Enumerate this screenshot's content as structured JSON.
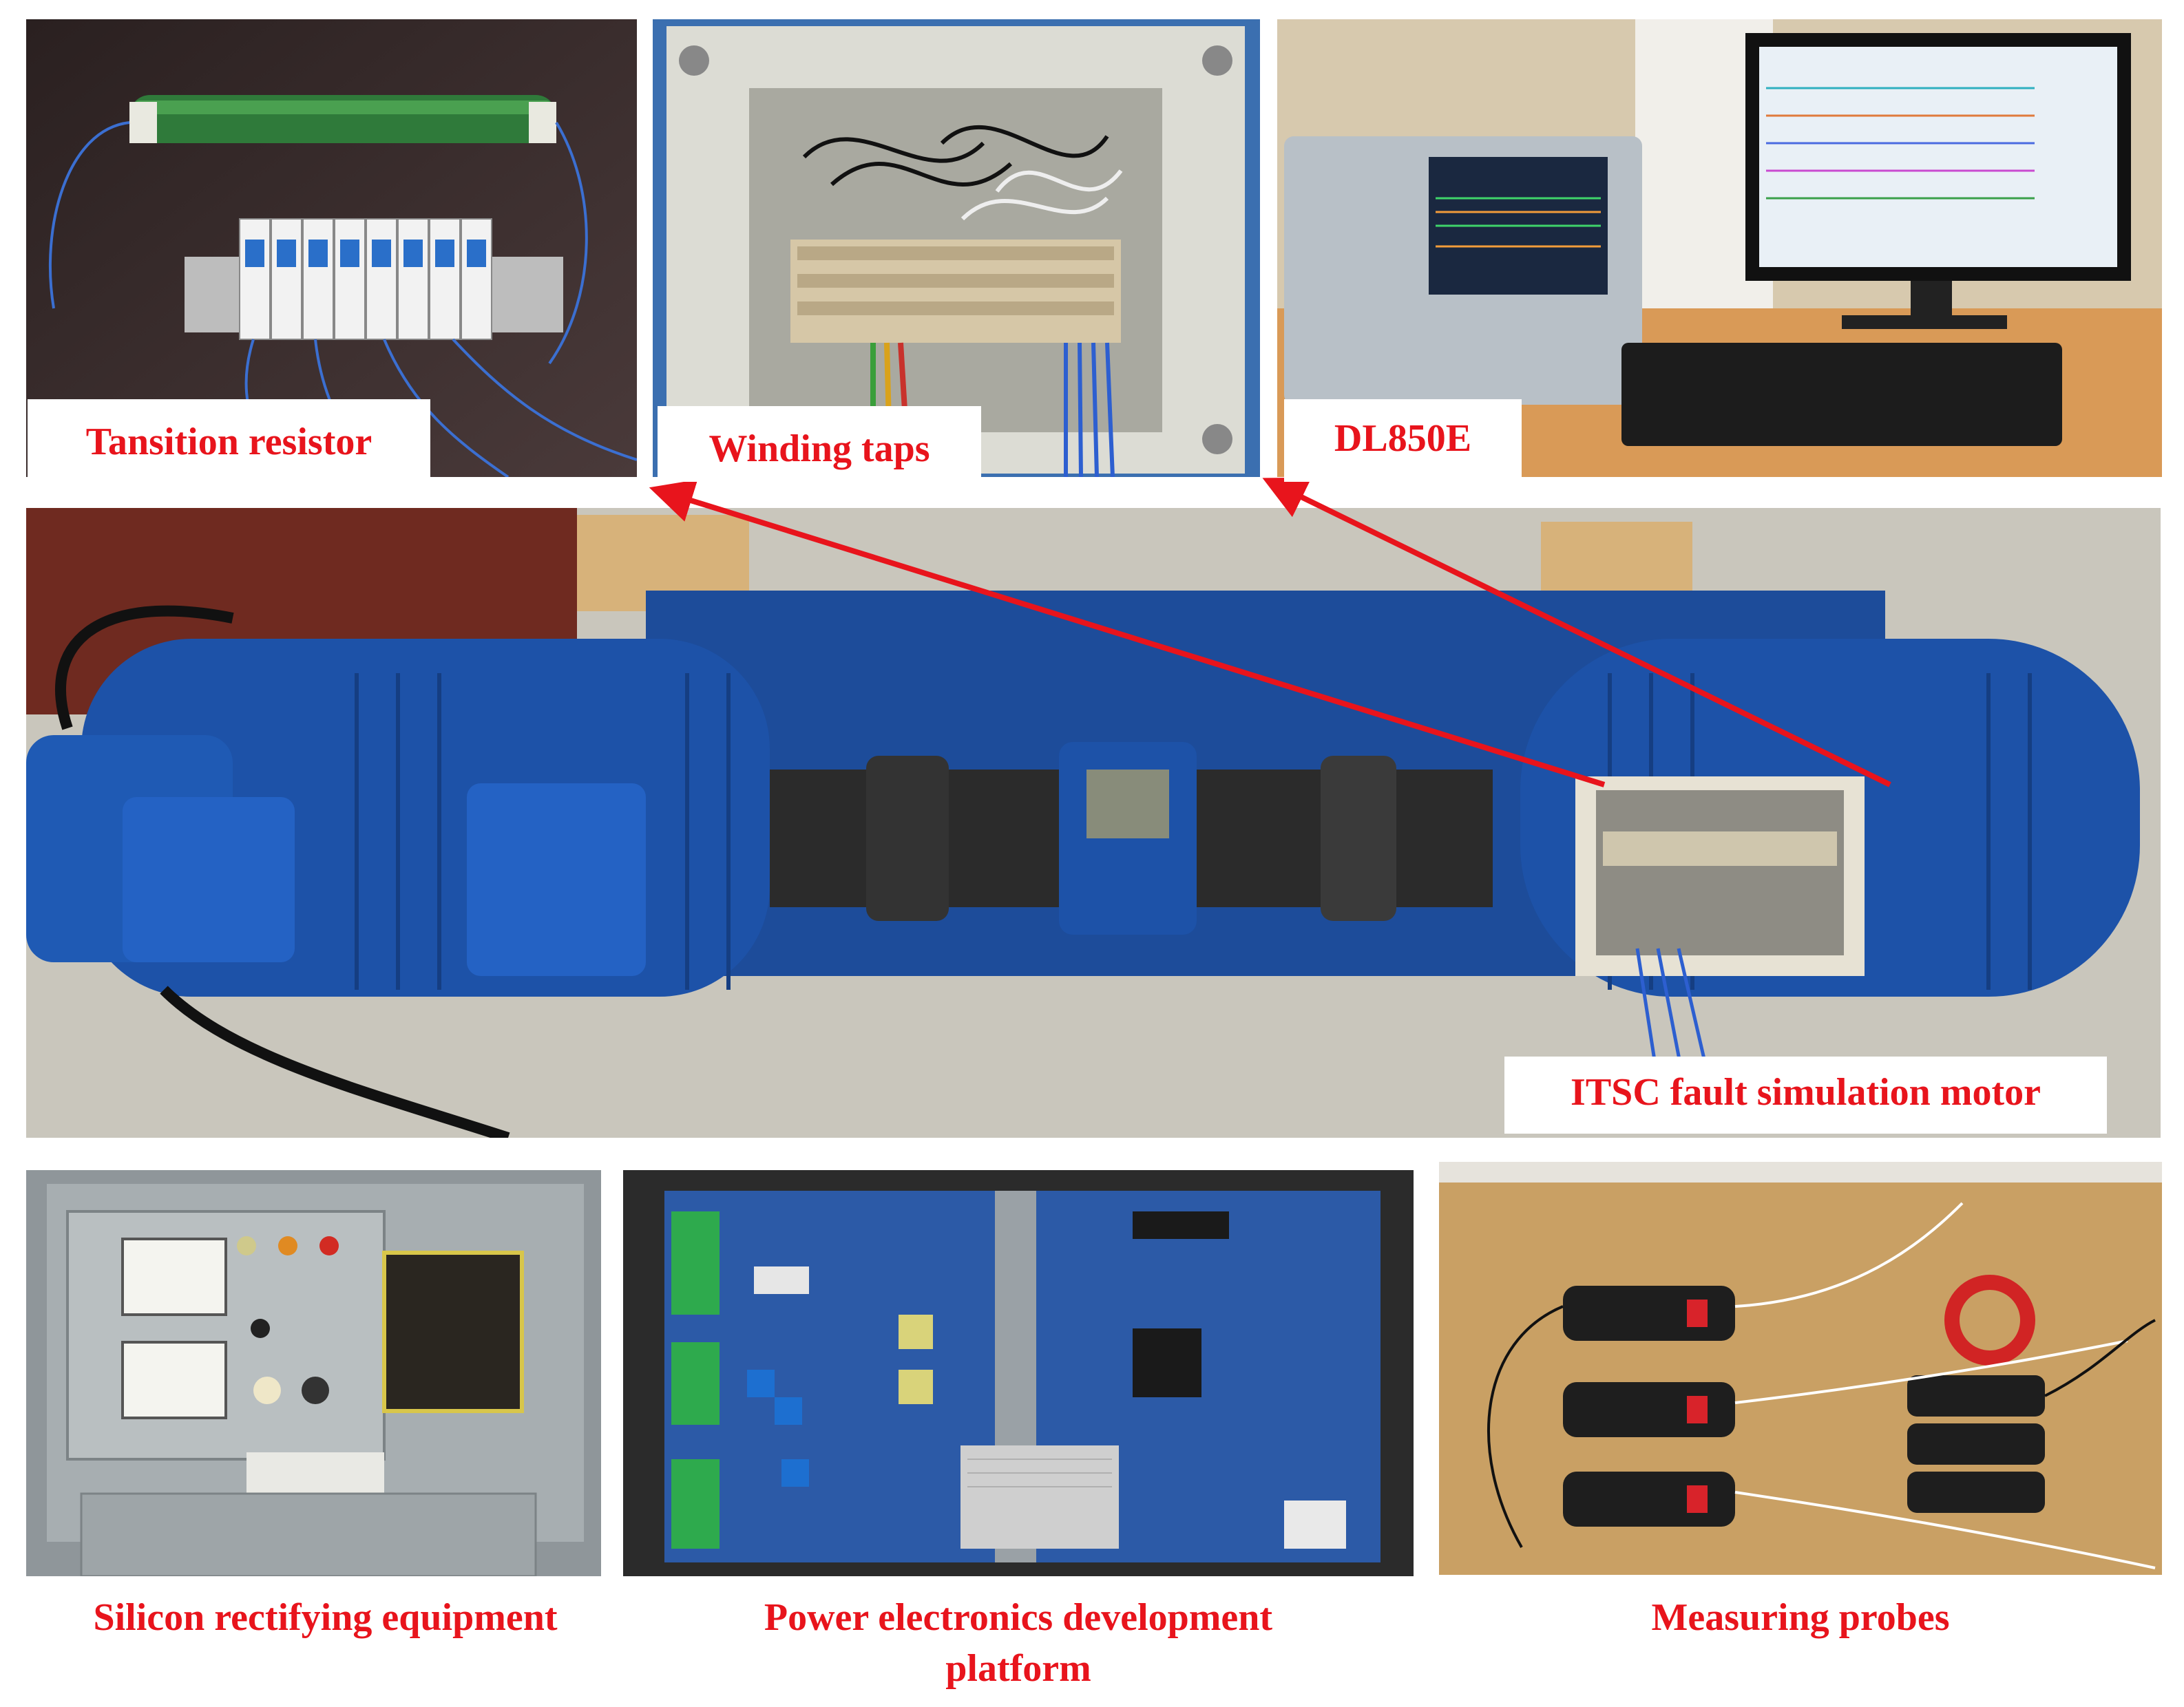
{
  "captions": {
    "transition_resistor": "Tansition resistor",
    "winding_taps": "Winding taps",
    "dl850e": "DL850E",
    "itsc_motor": "ITSC fault simulation motor",
    "silicon_rectifier": "Silicon rectifying equipment",
    "power_electronics_line1": "Power electronics development",
    "power_electronics_line2": "platform",
    "measuring_probes": "Measuring probes"
  },
  "colors": {
    "caption_red": "#e8141c",
    "motor_blue": "#1d52a8",
    "arrow_red": "#e8141c"
  },
  "icons": [
    "arrow-to-winding-taps-icon",
    "arrow-to-transition-resistor-icon"
  ]
}
